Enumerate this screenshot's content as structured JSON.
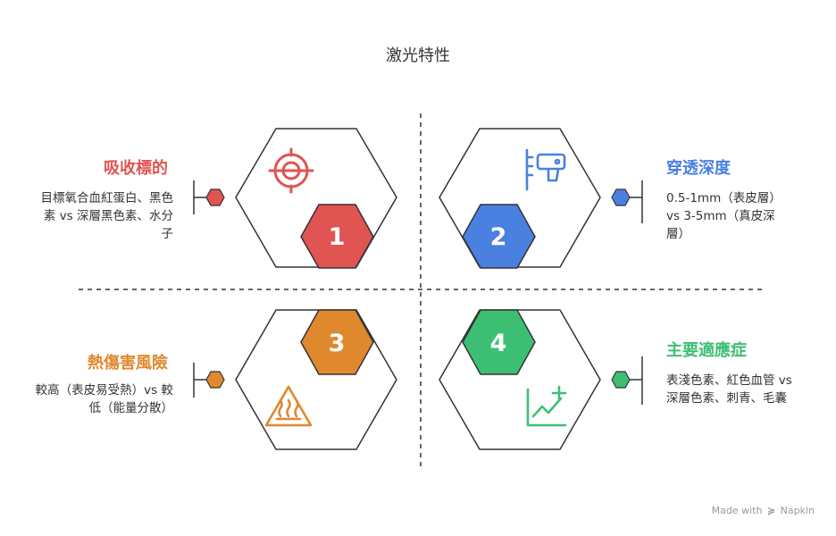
{
  "title": "激光特性",
  "quadrants": [
    {
      "number": "1",
      "heading": "吸收標的",
      "description": "目標氧合血紅蛋白、黑色素 vs 深層黑色素、水分子",
      "color": "#e05452",
      "icon": "target-icon"
    },
    {
      "number": "2",
      "heading": "穿透深度",
      "description": "0.5-1mm（表皮層）vs 3-5mm（真皮深層）",
      "color": "#4a80e0",
      "icon": "laser-device-icon"
    },
    {
      "number": "3",
      "heading": "熱傷害風險",
      "description": "較高（表皮易受熱）vs 較低（能量分散）",
      "color": "#e0882e",
      "icon": "heat-warning-icon"
    },
    {
      "number": "4",
      "heading": "主要適應症",
      "description": "表淺色素、紅色血管 vs 深層色素、刺青、毛囊",
      "color": "#3cbf73",
      "icon": "chart-plus-icon"
    }
  ],
  "footer": {
    "made_with": "Made with",
    "brand": "Napkin",
    "icon": "napkin-logo-icon"
  }
}
